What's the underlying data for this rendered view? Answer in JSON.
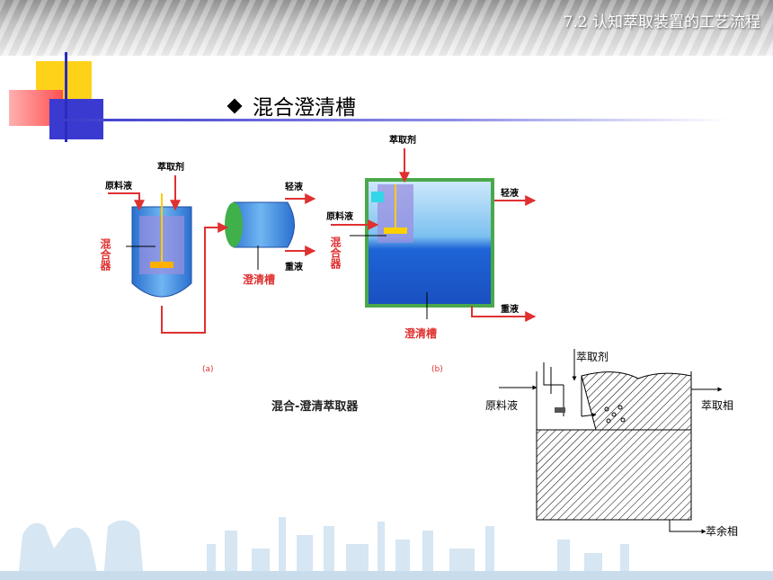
{
  "header": {
    "section_title": "7.2 认知萃取装置的工艺流程"
  },
  "title": {
    "text": "混合澄清槽"
  },
  "diagram_a": {
    "label_feed": "原料液",
    "label_extractant": "萃取剂",
    "label_mixer": "混合器",
    "label_settler": "澄清槽",
    "label_light": "轻液",
    "label_heavy": "重液",
    "panel": "(a)"
  },
  "diagram_b": {
    "label_extractant": "萃取剂",
    "label_feed": "原料液",
    "label_mixer": "混合器",
    "label_light": "轻液",
    "label_heavy": "重液",
    "label_settler": "澄清槽",
    "panel": "(b)"
  },
  "caption": {
    "text": "混合-澄清萃取器"
  },
  "sketch": {
    "label_extractant": "萃取剂",
    "label_feed": "原料液",
    "label_extract": "萃取相",
    "label_raffinate": "萃余相"
  },
  "colors": {
    "accent_red": "#e03030",
    "vessel_blue": "#3d8fe0",
    "frame_green": "#4aa84a",
    "rule_blue": "#3a3acc"
  }
}
